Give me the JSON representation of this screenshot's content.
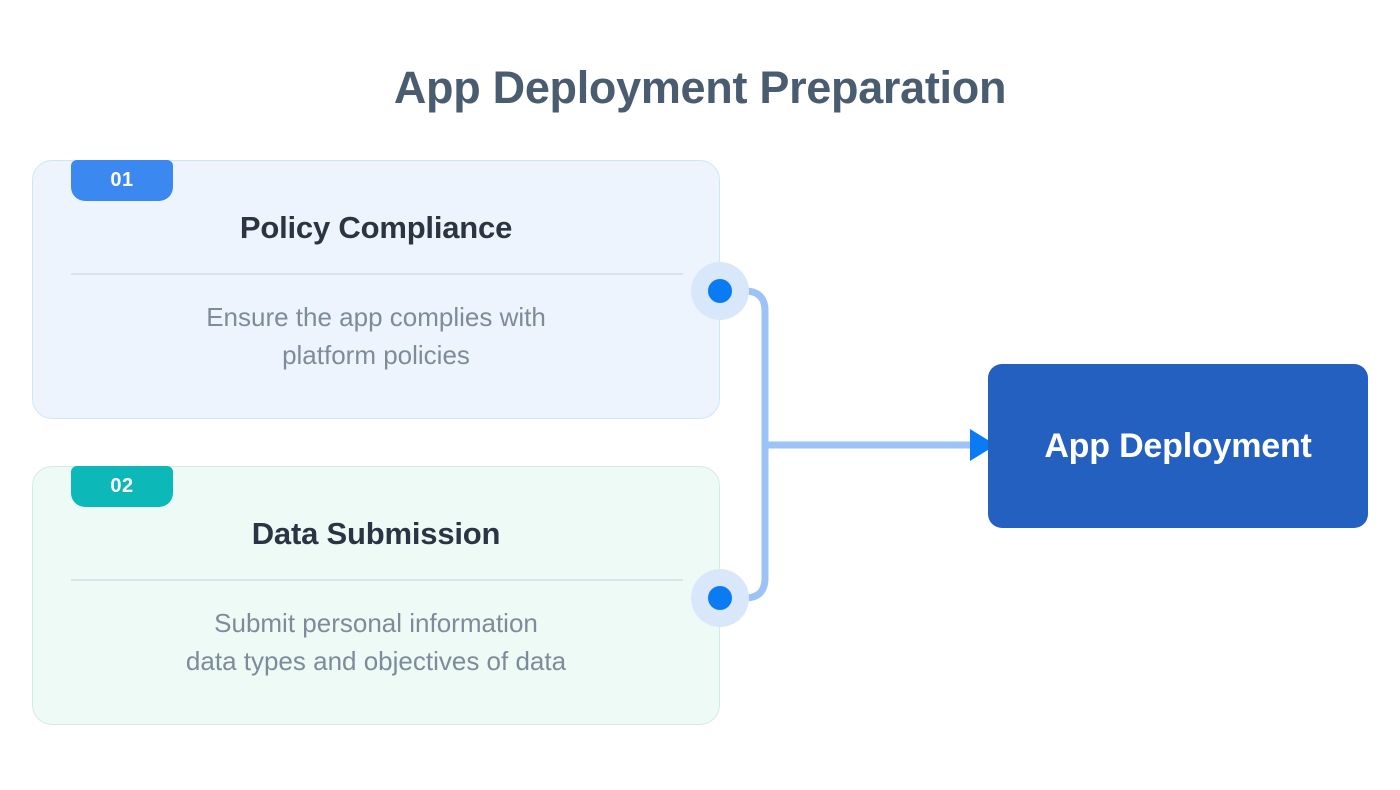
{
  "title": "App Deployment Preparation",
  "steps": [
    {
      "number": "01",
      "title": "Policy Compliance",
      "body": "Ensure the app complies with\nplatform policies",
      "badge_color": "#3b88f0",
      "card_bg": "#eef4fd",
      "card_border": "#cfe6f7"
    },
    {
      "number": "02",
      "title": "Data Submission",
      "body": "Submit personal information\ndata types and objectives of data",
      "badge_color": "#0cb8b8",
      "card_bg": "#eefaf5",
      "card_border": "#d3ece3"
    }
  ],
  "target": {
    "label": "App Deployment",
    "color": "#2460bf",
    "text_color": "#ffffff"
  },
  "connector": {
    "line_color": "#9cc3f5",
    "arrow_color": "#0a7bf2",
    "node_dot_color": "#0a7bf2",
    "node_halo_color": "#d9e7fa"
  },
  "colors": {
    "title_color": "#4a5c70",
    "card_title_color": "#2b3442",
    "card_body_color": "#7e8b9a",
    "divider_color": "#dde3ea",
    "background": "#ffffff"
  }
}
